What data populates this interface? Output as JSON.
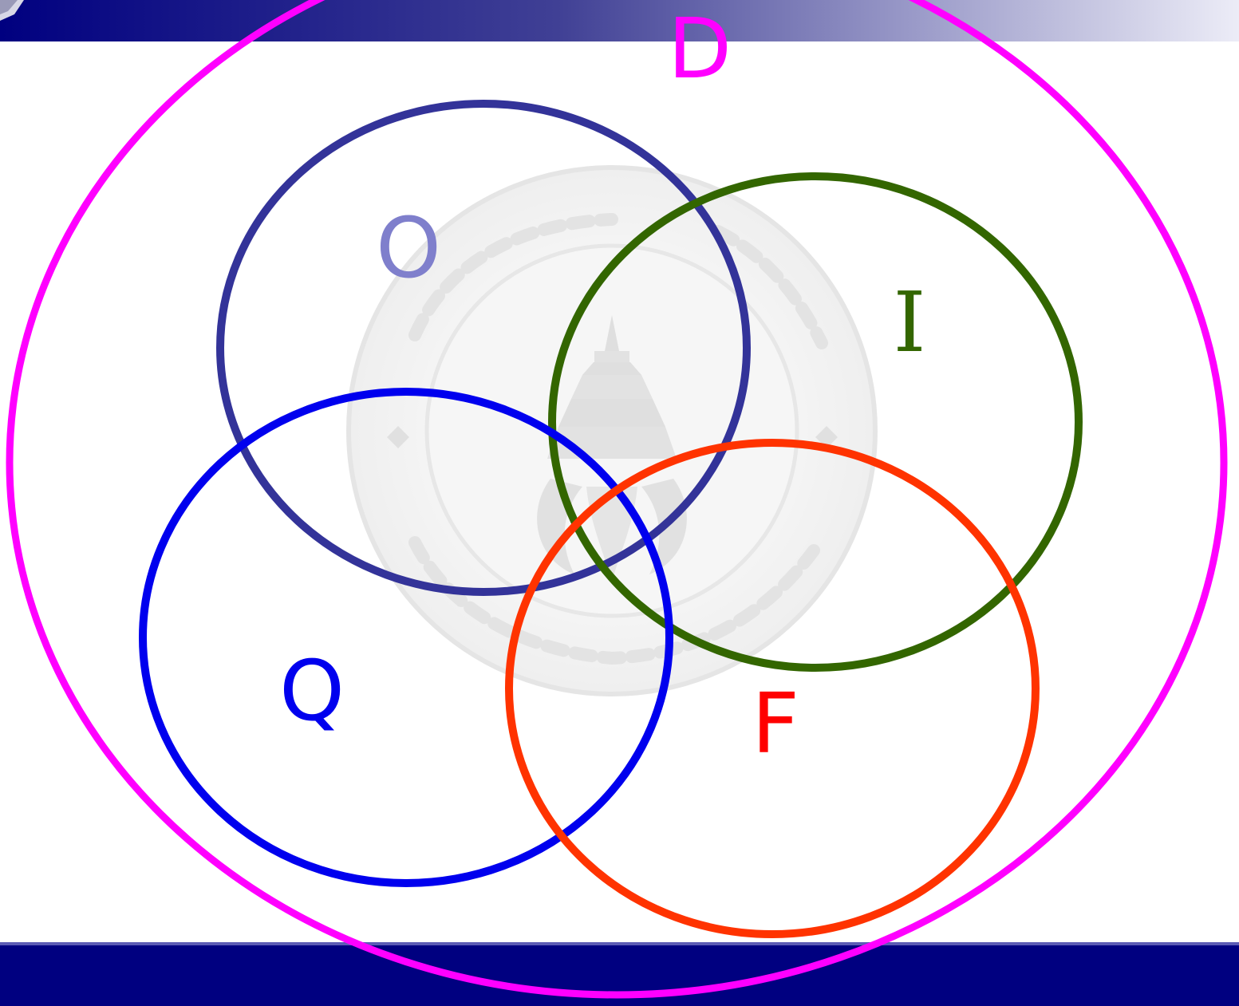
{
  "colors": {
    "header_gradient_start": "#000080",
    "header_gradient_end": "#ececf7",
    "footer_bar": "#000080",
    "watermark": "#c8c8c8",
    "ellipse_D": "#ff00ff",
    "ellipse_O": "#333399",
    "ellipse_I": "#336600",
    "ellipse_Q": "#0000ee",
    "ellipse_F": "#ff3300",
    "label_D": "#ff00ff",
    "label_O": "#7f7fcc",
    "label_I": "#336600",
    "label_Q": "#0000ee",
    "label_F": "#ff0000"
  },
  "diagram": {
    "sets": [
      {
        "id": "D",
        "label": "D"
      },
      {
        "id": "O",
        "label": "O"
      },
      {
        "id": "I",
        "label": "I"
      },
      {
        "id": "Q",
        "label": "Q"
      },
      {
        "id": "F",
        "label": "F"
      }
    ]
  },
  "watermark": {
    "icon": "university-seal-icon"
  }
}
